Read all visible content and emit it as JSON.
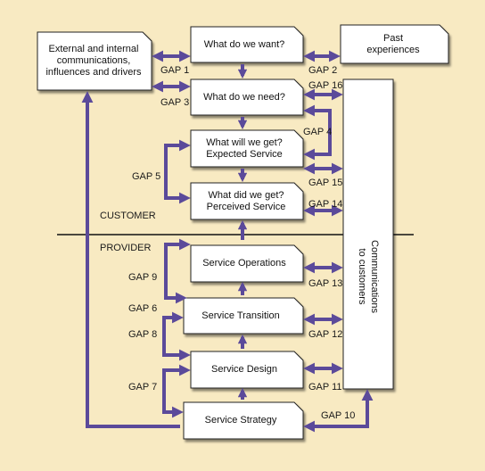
{
  "nodes": {
    "external": "External and internal\ncommunications,\ninfluences and drivers",
    "past": "Past\nexperiences",
    "want": "What do we want?",
    "need": "What do we need?",
    "get": "What will we get?\nExpected Service",
    "did_get": "What did we get?\nPerceived Service",
    "operations": "Service Operations",
    "transition": "Service Transition",
    "design": "Service Design",
    "strategy": "Service Strategy",
    "communications": "Communications\nto customers"
  },
  "sections": {
    "customer": "CUSTOMER",
    "provider": "PROVIDER"
  },
  "gaps": {
    "g1": "GAP 1",
    "g2": "GAP 2",
    "g3": "GAP 3",
    "g4": "GAP 4",
    "g5": "GAP 5",
    "g6": "GAP 6",
    "g7": "GAP 7",
    "g8": "GAP 8",
    "g9": "GAP 9",
    "g10": "GAP 10",
    "g11": "GAP 11",
    "g12": "GAP 12",
    "g13": "GAP 13",
    "g14": "GAP 14",
    "g15": "GAP 15",
    "g16": "GAP 16"
  },
  "colors": {
    "background": "#f8eac2",
    "arrow": "#5b4a9a",
    "box": "#ffffff",
    "border": "#222222"
  }
}
